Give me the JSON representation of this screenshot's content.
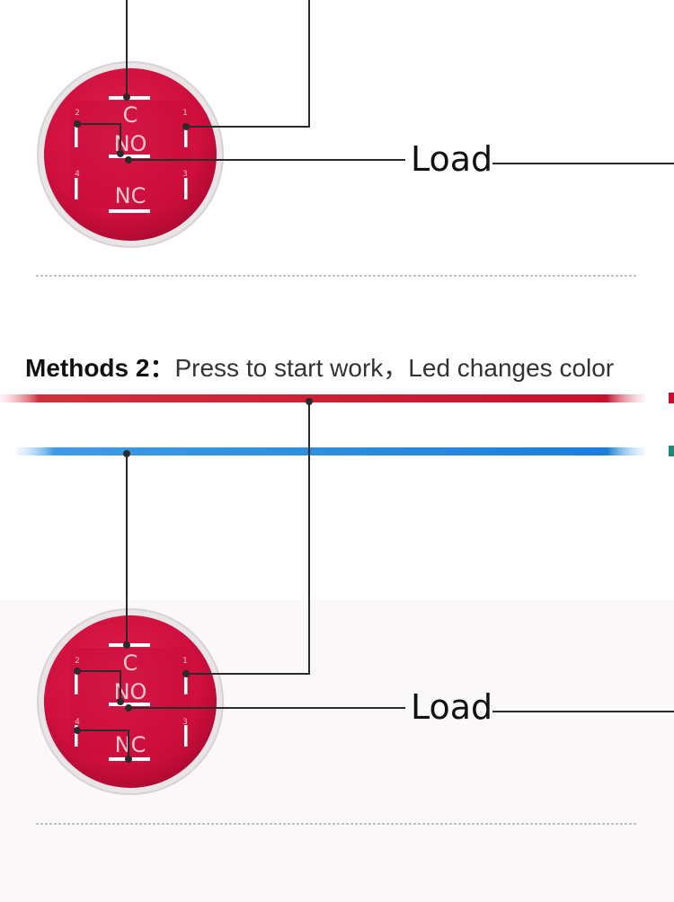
{
  "colors": {
    "button_red": "#d31241",
    "button_dark": "#a8092f",
    "bezel": "#e9e4e6",
    "wire": "#2b2b2b",
    "live_wire": "#c8102e",
    "neutral_wire": "#1a7fd8"
  },
  "section1": {
    "terminal_labels": {
      "c": "C",
      "no": "NO",
      "nc": "NC"
    },
    "pin_numbers": [
      "1",
      "2",
      "3",
      "4"
    ],
    "load_label": "Load"
  },
  "section2": {
    "heading_bold": "Methods 2：",
    "heading_text": "Press to start work，Led changes color",
    "terminal_labels": {
      "c": "C",
      "no": "NO",
      "nc": "NC"
    },
    "pin_numbers": [
      "1",
      "2",
      "3",
      "4"
    ],
    "load_label": "Load"
  }
}
